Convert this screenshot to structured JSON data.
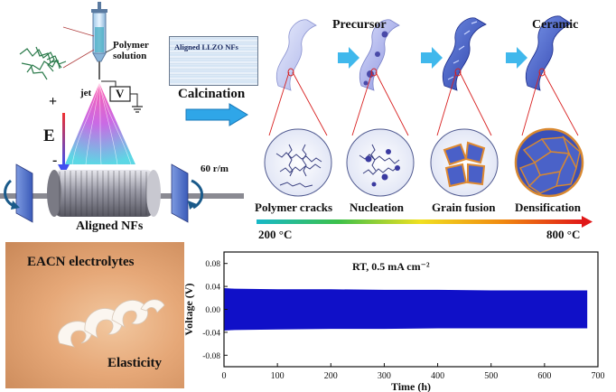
{
  "electrospin": {
    "polymer_label_line1": "Polymer",
    "polymer_label_line2": "solution",
    "jet_label": "jet",
    "voltage_symbol": "V",
    "field_plus": "+",
    "field_symbol": "E",
    "field_minus": "-",
    "rpm_label": "60 r/m",
    "collector_label": "Aligned NFs"
  },
  "llzo_photo": {
    "label": "Aligned LLZO NFs"
  },
  "calcination": {
    "label": "Calcination"
  },
  "stages": {
    "precursor_label": "Precursor",
    "ceramic_label": "Ceramic",
    "steps": [
      {
        "label": "Polymer cracks"
      },
      {
        "label": "Nucleation"
      },
      {
        "label": "Grain fusion"
      },
      {
        "label": "Densification"
      }
    ],
    "temp_start": "200 °C",
    "temp_end": "800 °C",
    "gradient_colors": [
      "#17b8c8",
      "#3cc04a",
      "#f0e020",
      "#f08a10",
      "#e01818"
    ]
  },
  "photo": {
    "title": "EACN electrolytes",
    "caption": "Elasticity"
  },
  "chart_data": {
    "type": "line",
    "title": "",
    "annotation": "RT, 0.5 mA cm⁻²",
    "xlabel": "Time (h)",
    "ylabel": "Voltage (V)",
    "xlim": [
      0,
      700
    ],
    "ylim": [
      -0.1,
      0.1
    ],
    "xticks": [
      0,
      100,
      200,
      300,
      400,
      500,
      600,
      700
    ],
    "yticks": [
      -0.08,
      -0.04,
      0.0,
      0.04,
      0.08
    ],
    "ytick_labels": [
      "-0.08",
      "-0.04",
      "0.00",
      "0.04",
      "0.08"
    ],
    "series": [
      {
        "x": [
          0,
          20,
          100,
          200,
          300,
          400,
          500,
          600,
          680
        ],
        "upper": [
          0.037,
          0.036,
          0.035,
          0.035,
          0.034,
          0.034,
          0.033,
          0.033,
          0.033
        ],
        "lower": [
          -0.037,
          -0.036,
          -0.035,
          -0.034,
          -0.034,
          -0.033,
          -0.033,
          -0.033,
          -0.033
        ],
        "color": "#1010c8"
      }
    ]
  }
}
